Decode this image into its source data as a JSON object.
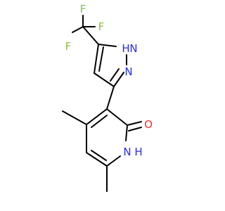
{
  "molecule": {
    "atoms": {
      "F_top": "F",
      "F_left": "F",
      "F_right": "F",
      "NH_pyrazole": "H",
      "N_pyrazole_H": "N",
      "N_pyrazole": "N",
      "O_carbonyl": "O",
      "N_pyridone": "N",
      "H_pyridone": "H"
    }
  },
  "colors": {
    "fluorine": "#8fbf4a",
    "nitrogen": "#2a2af0",
    "oxygen": "#ff2a2a",
    "bond": "#000000",
    "background": "#ffffff"
  }
}
